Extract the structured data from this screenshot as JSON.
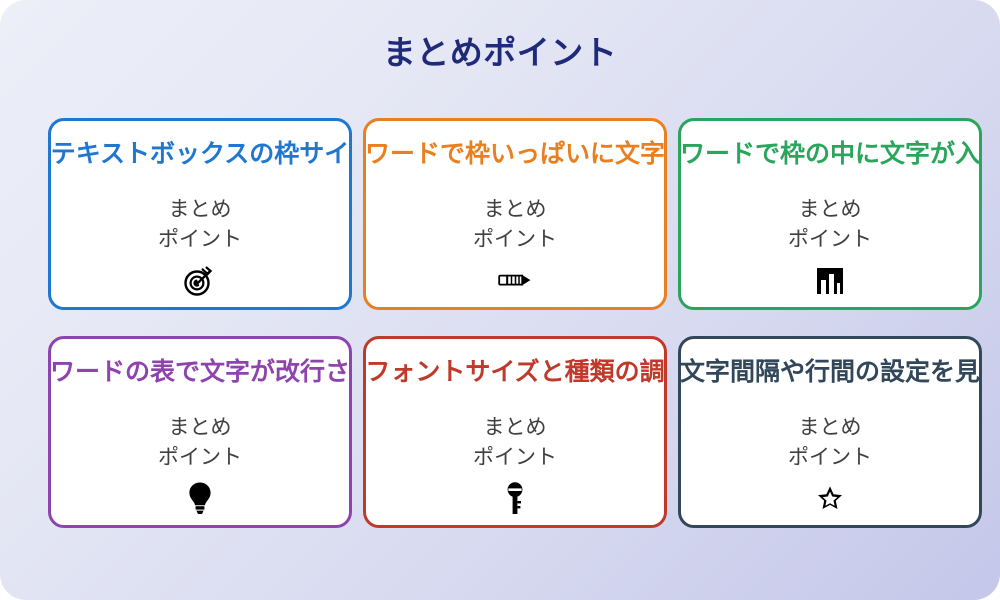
{
  "slide": {
    "title": "まとめポイント",
    "background": {
      "gradient_from": "#eceef8",
      "gradient_to": "#c4c7e9"
    },
    "title_color": "#1f2a7a",
    "body_text_color": "#404040"
  },
  "cards": [
    {
      "title": "テキストボックスの枠サイ",
      "body_line1": "まとめ",
      "body_line2": "ポイント",
      "icon": "target-dart-icon",
      "accent": "#1f77d0"
    },
    {
      "title": "ワードで枠いっぱいに文字",
      "body_line1": "まとめ",
      "body_line2": "ポイント",
      "icon": "pencil-icon",
      "accent": "#e8801f"
    },
    {
      "title": "ワードで枠の中に文字が入",
      "body_line1": "まとめ",
      "body_line2": "ポイント",
      "icon": "bar-chart-icon",
      "accent": "#2aa55c"
    },
    {
      "title": "ワードの表で文字が改行さ",
      "body_line1": "まとめ",
      "body_line2": "ポイント",
      "icon": "lightbulb-icon",
      "accent": "#8e44ad"
    },
    {
      "title": "フォントサイズと種類の調",
      "body_line1": "まとめ",
      "body_line2": "ポイント",
      "icon": "key-icon",
      "accent": "#c0392b"
    },
    {
      "title": "文字間隔や行間の設定を見",
      "body_line1": "まとめ",
      "body_line2": "ポイント",
      "icon": "star-icon",
      "accent": "#33475b"
    }
  ]
}
